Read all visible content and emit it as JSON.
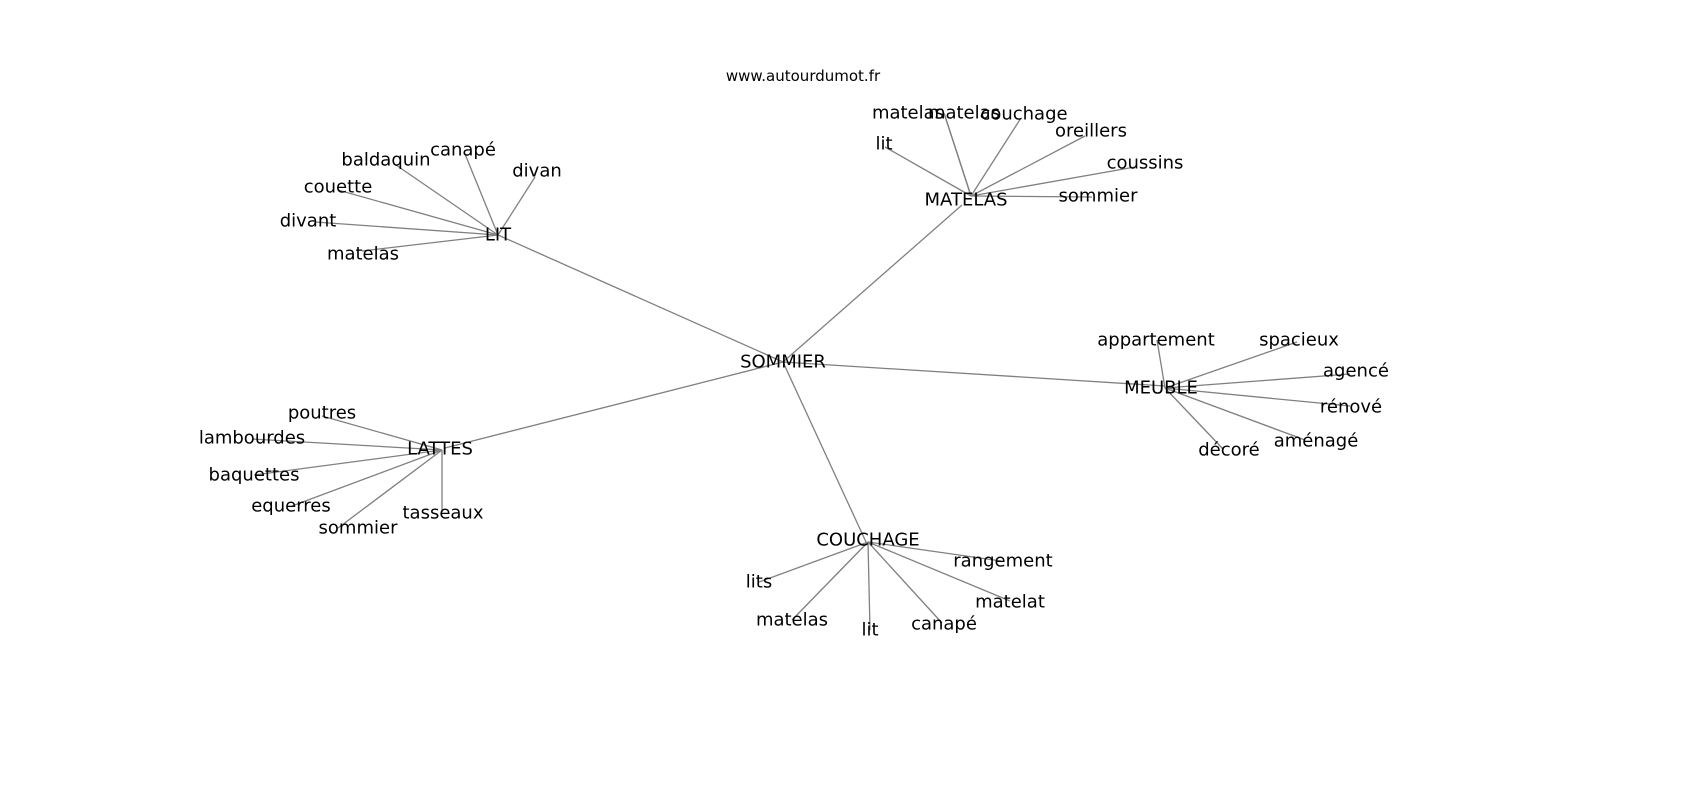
{
  "title": "www.autourdumot.fr",
  "graph": {
    "root": "SOMMIER",
    "hubs": [
      {
        "label": "LIT",
        "children": [
          "baldaquin",
          "canapé",
          "divan",
          "couette",
          "divant",
          "matelas"
        ]
      },
      {
        "label": "MATELAS",
        "children": [
          "lit",
          "matelas",
          "matelas",
          "couchage",
          "oreillers",
          "coussins",
          "sommier"
        ]
      },
      {
        "label": "MEUBLE",
        "children": [
          "appartement",
          "spacieux",
          "agencé",
          "rénové",
          "aménagé",
          "décoré"
        ]
      },
      {
        "label": "LATTES",
        "children": [
          "poutres",
          "lambourdes",
          "baquettes",
          "equerres",
          "sommier",
          "tasseaux"
        ]
      },
      {
        "label": "COUCHAGE",
        "children": [
          "rangement",
          "lits",
          "matelas",
          "lit",
          "canapé",
          "matelat"
        ]
      }
    ]
  }
}
